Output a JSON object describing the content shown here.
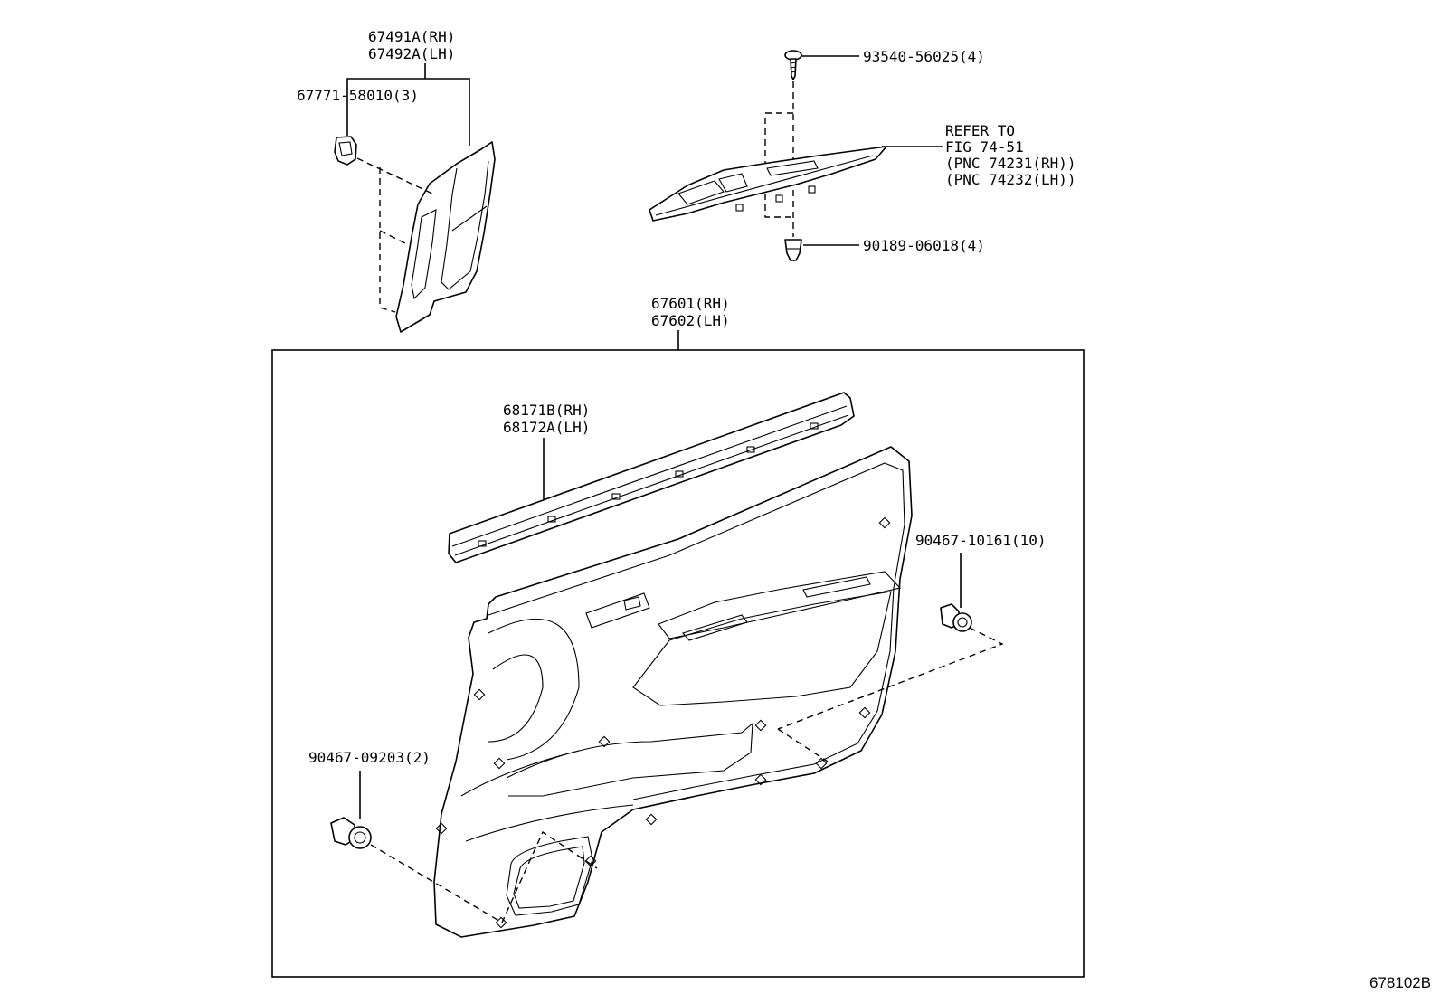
{
  "labels": {
    "garnish_rh": "67491A(RH)",
    "garnish_lh": "67492A(LH)",
    "clip_upper": "67771-58010(3)",
    "screw": "93540-56025(4)",
    "refer_1": "REFER TO",
    "refer_2": "FIG 74-51",
    "refer_3": "(PNC 74231(RH))",
    "refer_4": "(PNC 74232(LH))",
    "nut": "90189-06018(4)",
    "trim_rh": "67601(RH)",
    "trim_lh": "67602(LH)",
    "weatherstrip_rh": "68171B(RH)",
    "weatherstrip_lh": "68172A(LH)",
    "clip_right": "90467-10161(10)",
    "clip_left": "90467-09203(2)",
    "figure_code": "678102B"
  }
}
